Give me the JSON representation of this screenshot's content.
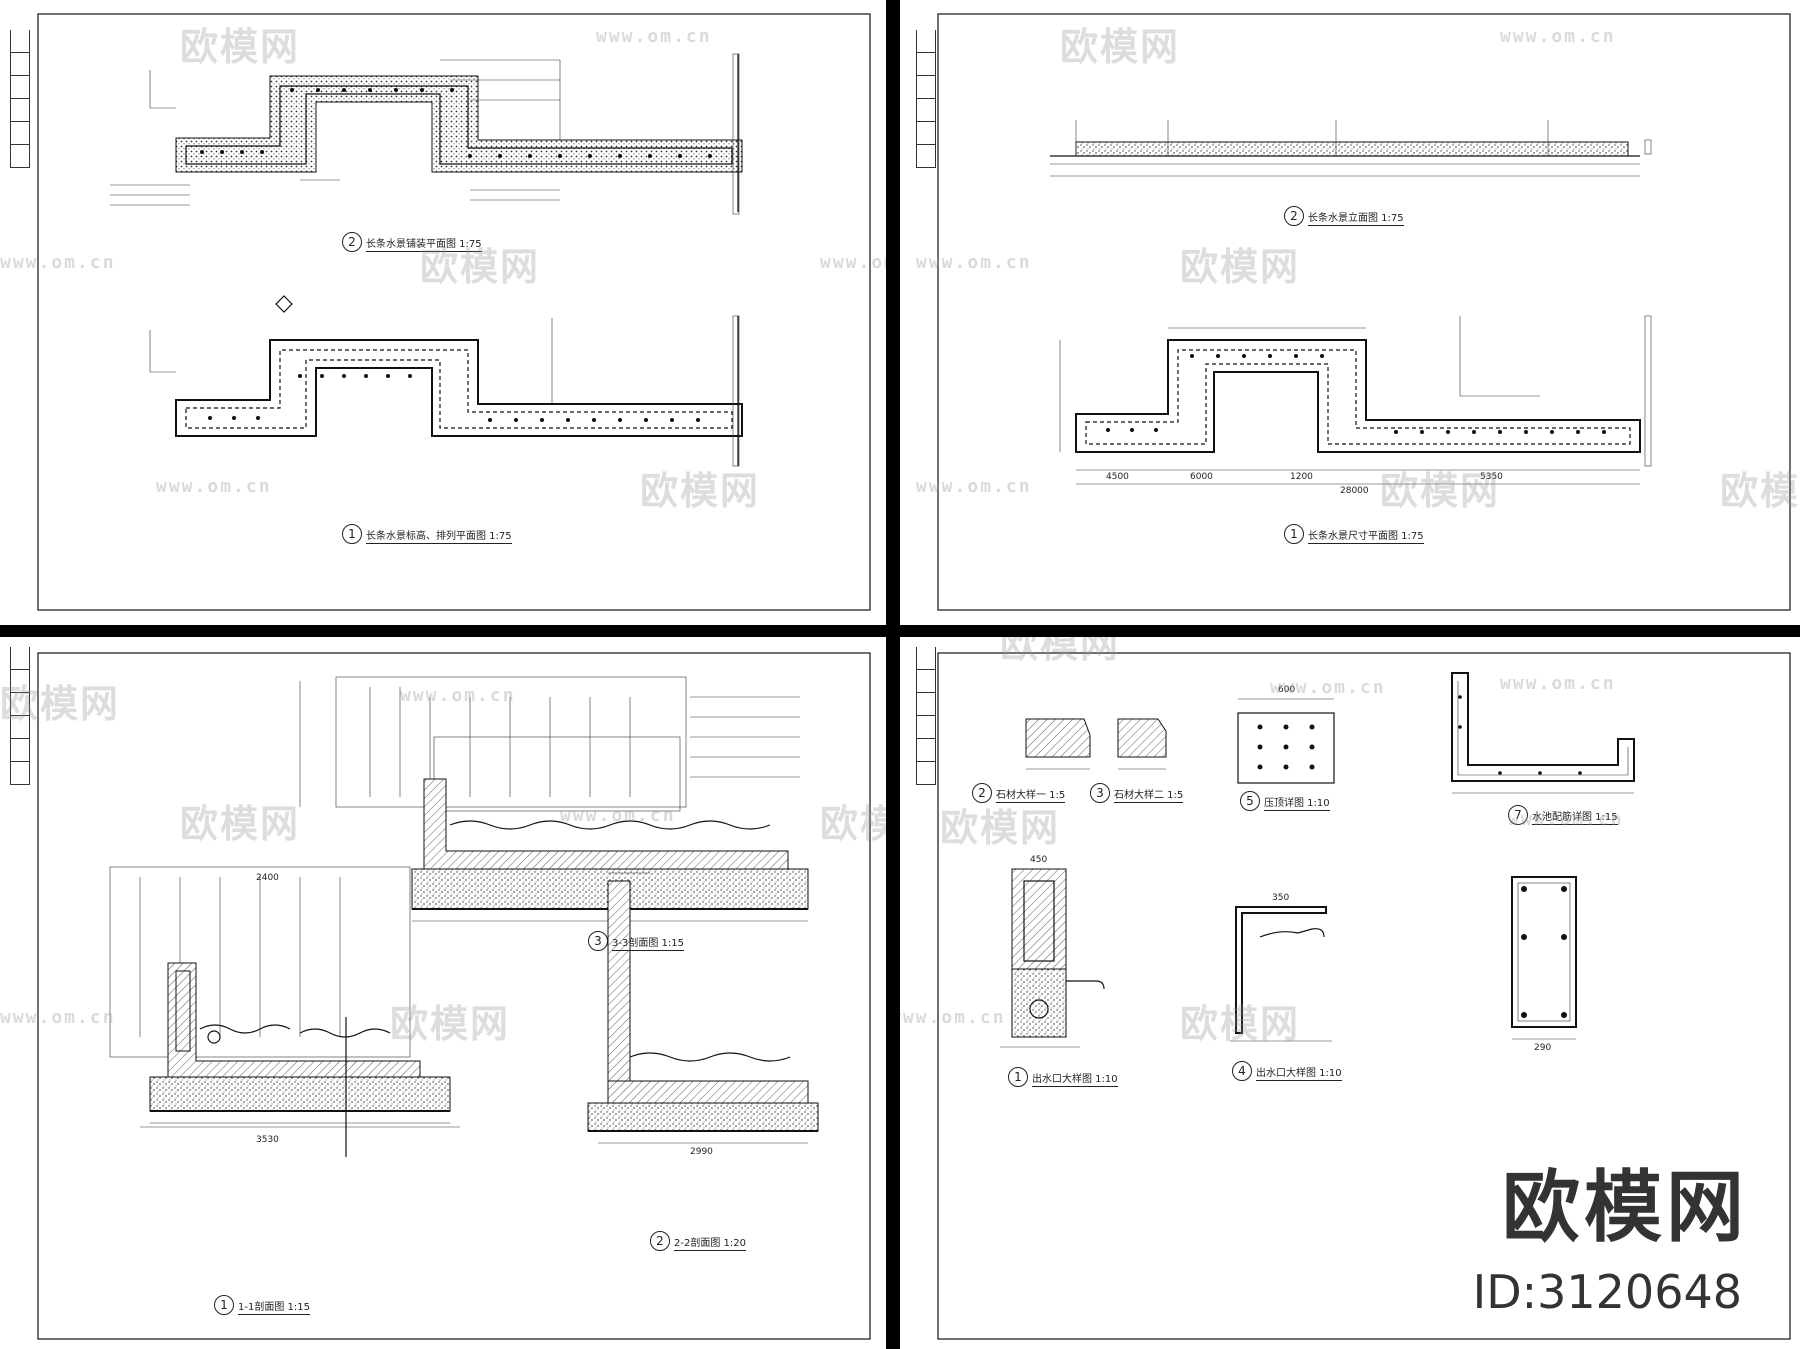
{
  "watermark": {
    "brand": "欧模网",
    "url": "www.om.cn"
  },
  "brand": {
    "name": "欧模网",
    "id": "ID:3120648"
  },
  "sheets": [
    {
      "captions": [
        {
          "num": "2",
          "text": "长条水景铺装平面图 1:75"
        },
        {
          "num": "1",
          "text": "长条水景标高、排列平面图 1:75"
        }
      ]
    },
    {
      "captions": [
        {
          "num": "2",
          "text": "长条水景立面图 1:75"
        },
        {
          "num": "1",
          "text": "长条水景尺寸平面图 1:75"
        }
      ]
    },
    {
      "captions": [
        {
          "num": "3",
          "text": "3-3剖面图 1:15"
        },
        {
          "num": "1",
          "text": "1-1剖面图 1:15"
        },
        {
          "num": "2",
          "text": "2-2剖面图 1:20"
        }
      ]
    },
    {
      "captions": [
        {
          "num": "2",
          "text": "石材大样一 1:5"
        },
        {
          "num": "3",
          "text": "石材大样二 1:5"
        },
        {
          "num": "5",
          "text": "压顶详图 1:10"
        },
        {
          "num": "7",
          "text": "水池配筋详图 1:15"
        },
        {
          "num": "1",
          "text": "出水口大样图 1:10"
        },
        {
          "num": "4",
          "text": "出水口大样图 1:10"
        }
      ]
    }
  ],
  "dims": {
    "total": "28000",
    "a": "4500",
    "b": "6000",
    "c": "1200",
    "d": "5350",
    "e": "2400",
    "f": "3530",
    "g": "2990",
    "h": "450",
    "i": "600",
    "j": "350",
    "k": "290"
  }
}
